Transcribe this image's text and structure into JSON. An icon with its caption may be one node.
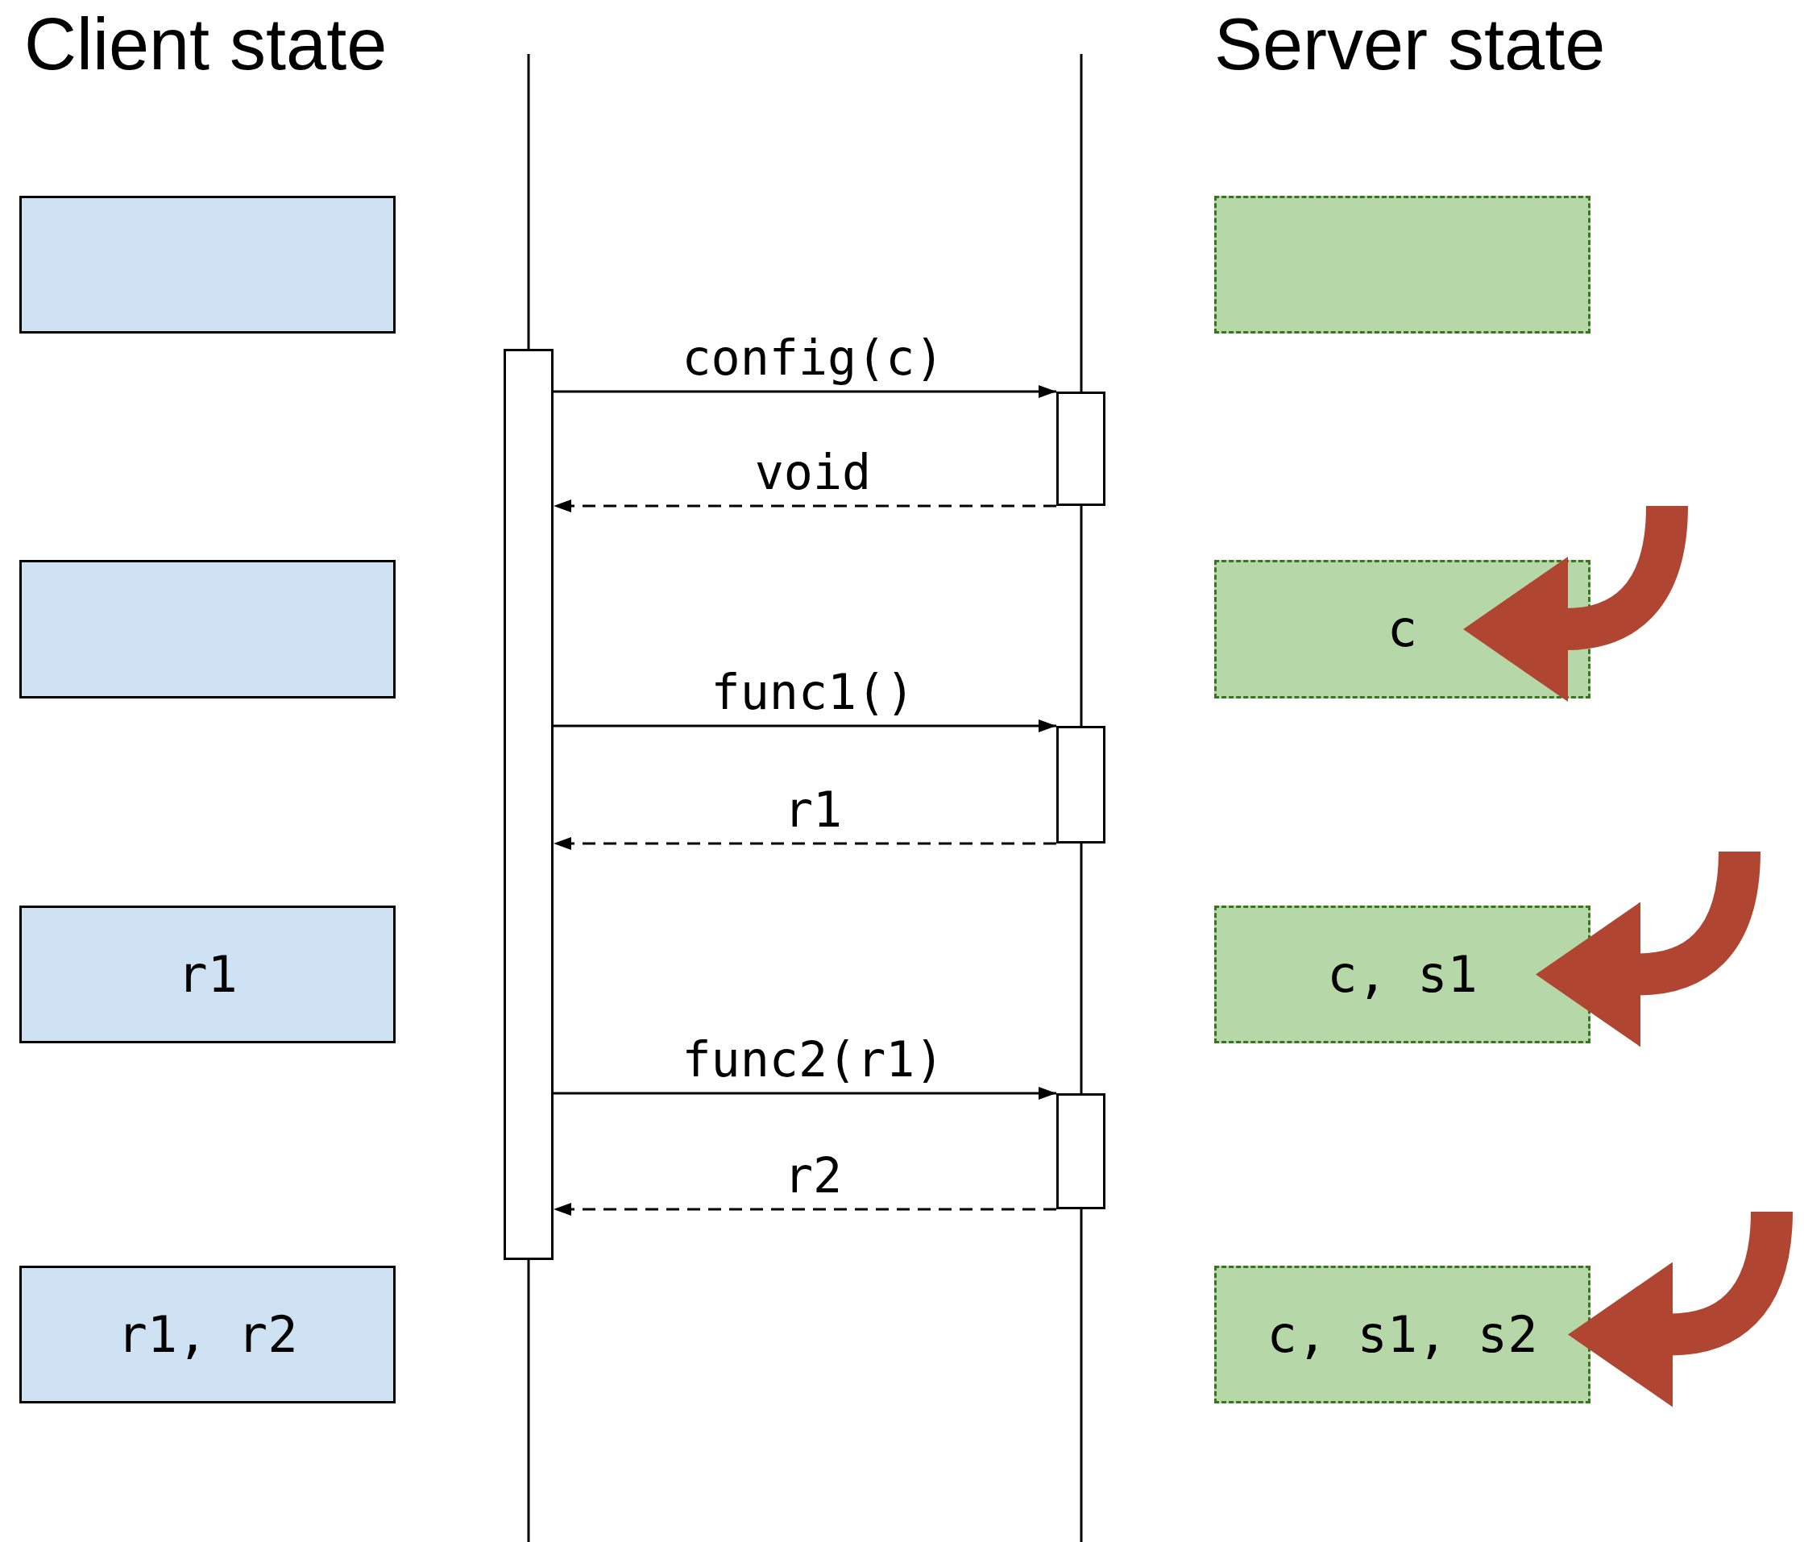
{
  "diagram": {
    "nodes": [
      {
        "text": [],
        "shape": "box"
      },
      {
        "text": [],
        "shape": "box"
      },
      {
        "text": [],
        "shape": "box"
      },
      {
        "text": [],
        "shape": "box"
      },
      {
        "text": [],
        "shape": "box"
      },
      {
        "text": [
          "c"
        ]
      },
      {
        "text": [],
        "shape": "box"
      },
      {
        "text": [
          "r1"
        ]
      },
      {
        "text": [
          "c, s1"
        ]
      },
      {
        "text": [],
        "shape": "box"
      },
      {
        "text": [
          "r1, r2"
        ]
      },
      {
        "text": [
          "c, s1, s2"
        ]
      }
    ],
    "edges": [
      {
        "from": 2,
        "to": 3,
        "arrow": "to",
        "label": "config(c)"
      },
      {
        "from": 3,
        "to": 2,
        "arrow": "to",
        "label": "void",
        "style": "dashed"
      },
      {
        "from": 2,
        "to": 6,
        "arrow": "to",
        "label": "func1()"
      },
      {
        "from": 6,
        "to": 2,
        "arrow": "to",
        "label": "r1",
        "style": "dashed"
      },
      {
        "from": 2,
        "to": 9,
        "arrow": "to",
        "label": "func2(r1)"
      },
      {
        "from": 9,
        "to": 2,
        "arrow": "to",
        "label": "r2",
        "style": "dashed"
      },
      {
        "from": null,
        "to": 5,
        "arrow": "to",
        "style": "thick",
        "color": "#b04632"
      },
      {
        "from": null,
        "to": 8,
        "arrow": "to",
        "style": "thick",
        "color": "#b04632"
      },
      {
        "from": null,
        "to": 11,
        "arrow": "to",
        "style": "thick",
        "color": "#b04632"
      }
    ],
    "labels": [
      "Client state",
      "Server state"
    ]
  }
}
